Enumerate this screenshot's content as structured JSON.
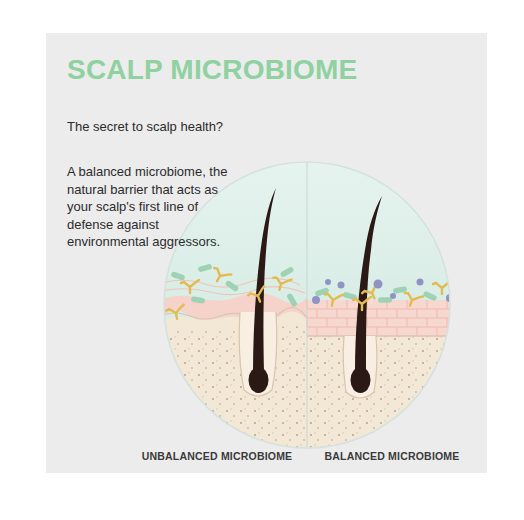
{
  "diagram": {
    "title": "SCALP MICROBIOME",
    "labels": [
      "The secret to scalp health?",
      "A balanced microbiome, the natural barrier that acts as your scalp's first line of defense against environmental aggressors.",
      "UNBALANCED MICROBIOME",
      "BALANCED MICROBIOME"
    ]
  }
}
